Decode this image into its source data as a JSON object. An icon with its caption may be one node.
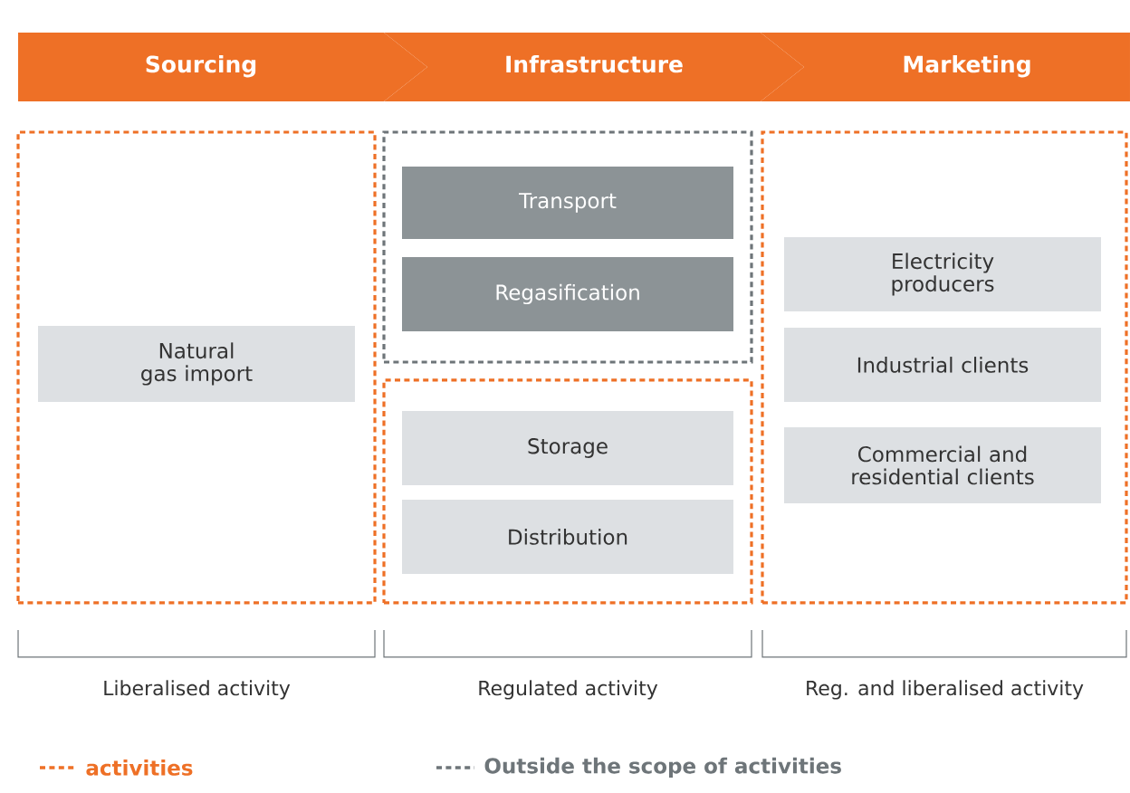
{
  "diagram": {
    "nodes": [
      {
        "text": [
          "Sourcing"
        ]
      },
      {
        "text": [
          "Infrastructure"
        ]
      },
      {
        "text": [
          "Marketing"
        ]
      },
      {
        "text": [],
        "shape": "box"
      },
      {
        "text": [
          "Natural gas import"
        ],
        "in": 3
      },
      {
        "text": [],
        "shape": "box"
      },
      {
        "text": [
          "Transport"
        ],
        "in": 5
      },
      {
        "text": [
          "Regasification"
        ],
        "in": 5
      },
      {
        "text": [],
        "shape": "box"
      },
      {
        "text": [
          "Storage"
        ],
        "in": 8
      },
      {
        "text": [
          "Distribution"
        ],
        "in": 8
      },
      {
        "text": [],
        "shape": "box"
      },
      {
        "text": [
          "Electricity producers"
        ],
        "in": 11
      },
      {
        "text": [
          "Industrial clients"
        ],
        "in": 11
      },
      {
        "text": [
          "Commercial and residential clients"
        ],
        "in": 11
      }
    ],
    "labels": [
      "Liberalised activity",
      "Regulated activity",
      "Reg. and liberalised activity"
    ],
    "legend": [
      {
        "text": "activities"
      },
      {
        "text": "Outside the scope of activities"
      }
    ]
  }
}
